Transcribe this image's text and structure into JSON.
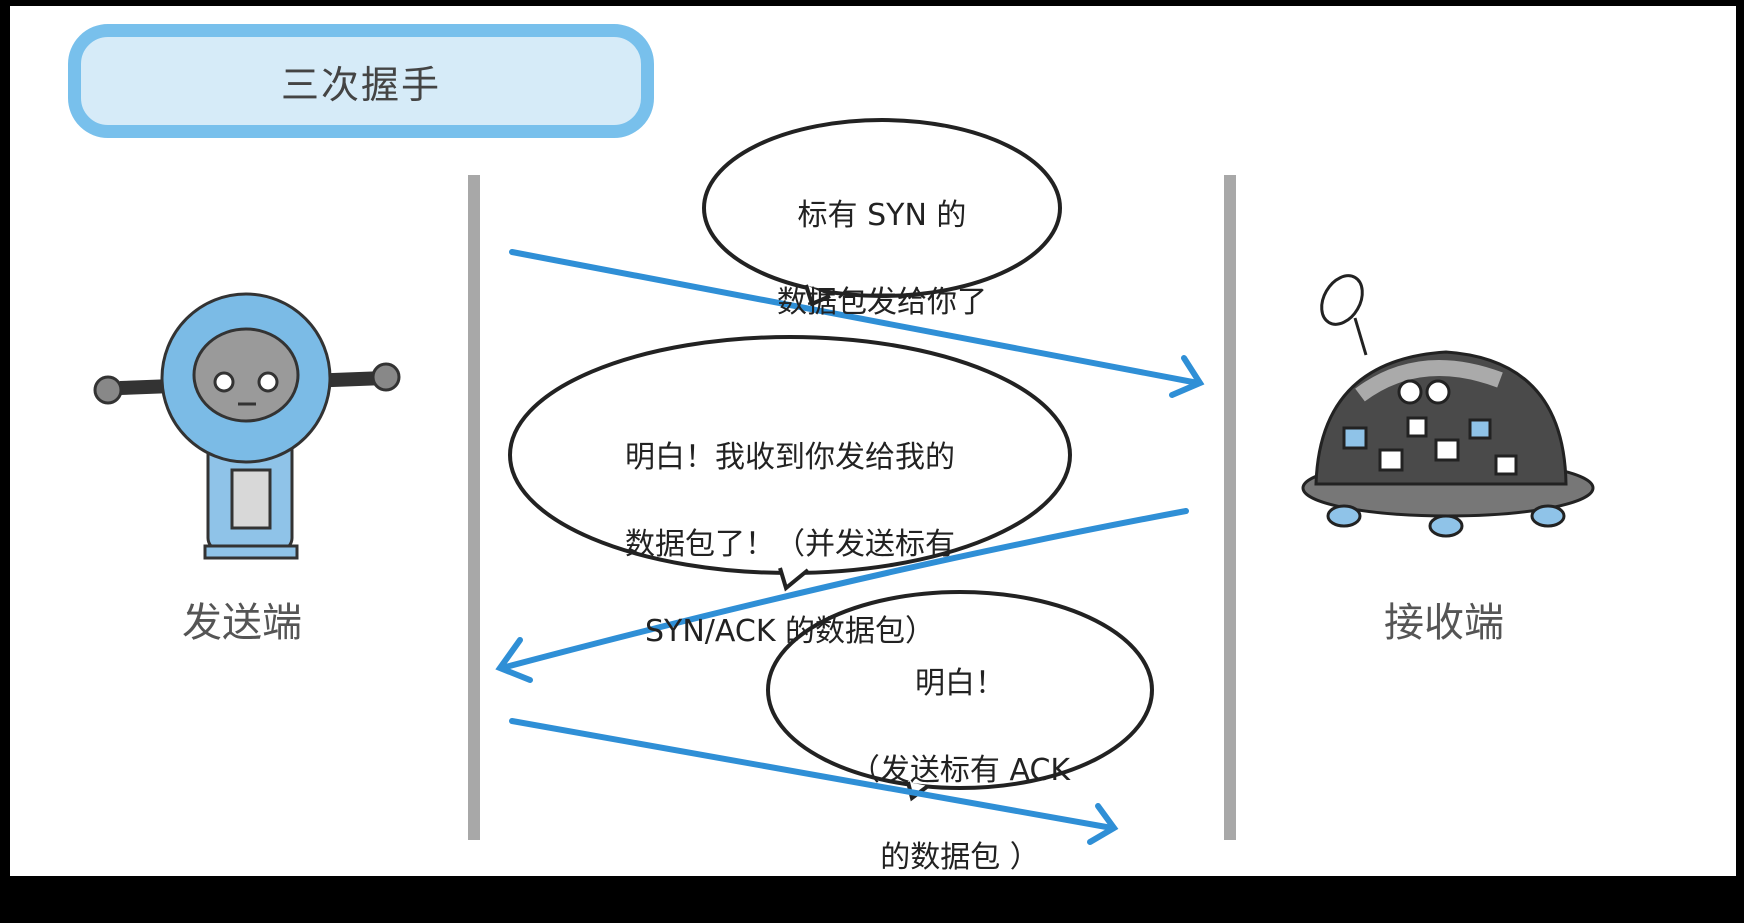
{
  "title": "三次握手",
  "sender_label": "发送端",
  "receiver_label": "接收端",
  "bubbles": [
    {
      "lines": [
        "标有 SYN 的",
        "数据包发给你了"
      ]
    },
    {
      "lines": [
        "明白！我收到你发给我的",
        "数据包了！（并发送标有",
        "SYN/ACK 的数据包）"
      ]
    },
    {
      "lines": [
        "明白！",
        "（发送标有 ACK",
        "的数据包 ）"
      ]
    }
  ],
  "colors": {
    "arrow": "#2f8fd6",
    "lifeline": "#a8a8a8",
    "title_border": "#78c0ec",
    "title_fill": "#d6ebf8"
  },
  "icons": {
    "sender": "round-robot-icon",
    "receiver": "dome-robot-icon"
  }
}
